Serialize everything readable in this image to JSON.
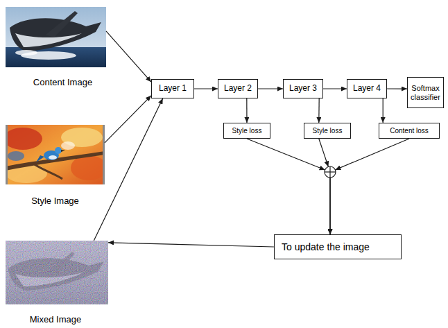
{
  "diagram": {
    "nodes": [
      {
        "text": [
          "Content Image"
        ]
      },
      {
        "text": [
          "Style Image"
        ]
      },
      {
        "text": [
          "Mixed Image"
        ]
      },
      {
        "text": [
          "Layer 1"
        ]
      },
      {
        "text": [
          "Layer 2"
        ]
      },
      {
        "text": [
          "Layer 3"
        ]
      },
      {
        "text": [
          "Layer 4"
        ]
      },
      {
        "text": [
          "Softmax classifier"
        ]
      },
      {
        "text": [
          "Style loss"
        ]
      },
      {
        "text": [
          "Style loss"
        ]
      },
      {
        "text": [
          "Content loss"
        ]
      },
      {
        "text": [
          "To update the image"
        ]
      }
    ],
    "edges": [
      {
        "from": 0,
        "to": 3,
        "arrow": "to"
      },
      {
        "from": 1,
        "to": 3,
        "arrow": "to"
      },
      {
        "from": 2,
        "to": 3,
        "arrow": "to"
      },
      {
        "from": 3,
        "to": 4,
        "arrow": "to"
      },
      {
        "from": 4,
        "to": 5,
        "arrow": "to"
      },
      {
        "from": 5,
        "to": 6,
        "arrow": "to"
      },
      {
        "from": 6,
        "to": 7,
        "arrow": "to"
      },
      {
        "from": 4,
        "to": 8,
        "arrow": "to"
      },
      {
        "from": 5,
        "to": 9,
        "arrow": "to"
      },
      {
        "from": 6,
        "to": 10,
        "arrow": "to"
      },
      {
        "from": 8,
        "to": 11,
        "arrow": "to"
      },
      {
        "from": 9,
        "to": 11,
        "arrow": "to"
      },
      {
        "from": 10,
        "to": 11,
        "arrow": "to"
      },
      {
        "from": 11,
        "to": 2,
        "arrow": "to"
      }
    ]
  }
}
